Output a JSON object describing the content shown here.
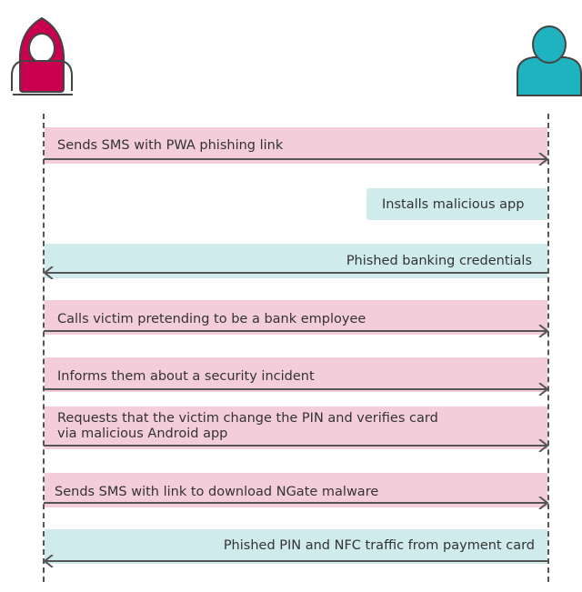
{
  "actors": {
    "attacker": "hacker-icon",
    "victim": "user-icon"
  },
  "colors": {
    "attacker": "#c8004f",
    "victim": "#1fb3bf",
    "pink_band": "#f4cddb",
    "teal_band": "#d0ebec"
  },
  "messages": [
    {
      "text": "Sends SMS with PWA phishing link",
      "direction": "to-victim"
    },
    {
      "text": "Installs malicious app",
      "direction": "victim-action"
    },
    {
      "text": "Phished banking credentials",
      "direction": "to-attacker"
    },
    {
      "text": "Calls victim pretending to be a bank employee",
      "direction": "to-victim"
    },
    {
      "text": "Informs them about a security incident",
      "direction": "to-victim"
    },
    {
      "text": "Requests that the victim change the PIN and verifies card",
      "text2": "via malicious Android app",
      "direction": "to-victim"
    },
    {
      "text": "Sends SMS with link to download NGate malware",
      "direction": "to-victim"
    },
    {
      "text": "Phished PIN and NFC traffic from payment card",
      "direction": "to-attacker"
    }
  ]
}
